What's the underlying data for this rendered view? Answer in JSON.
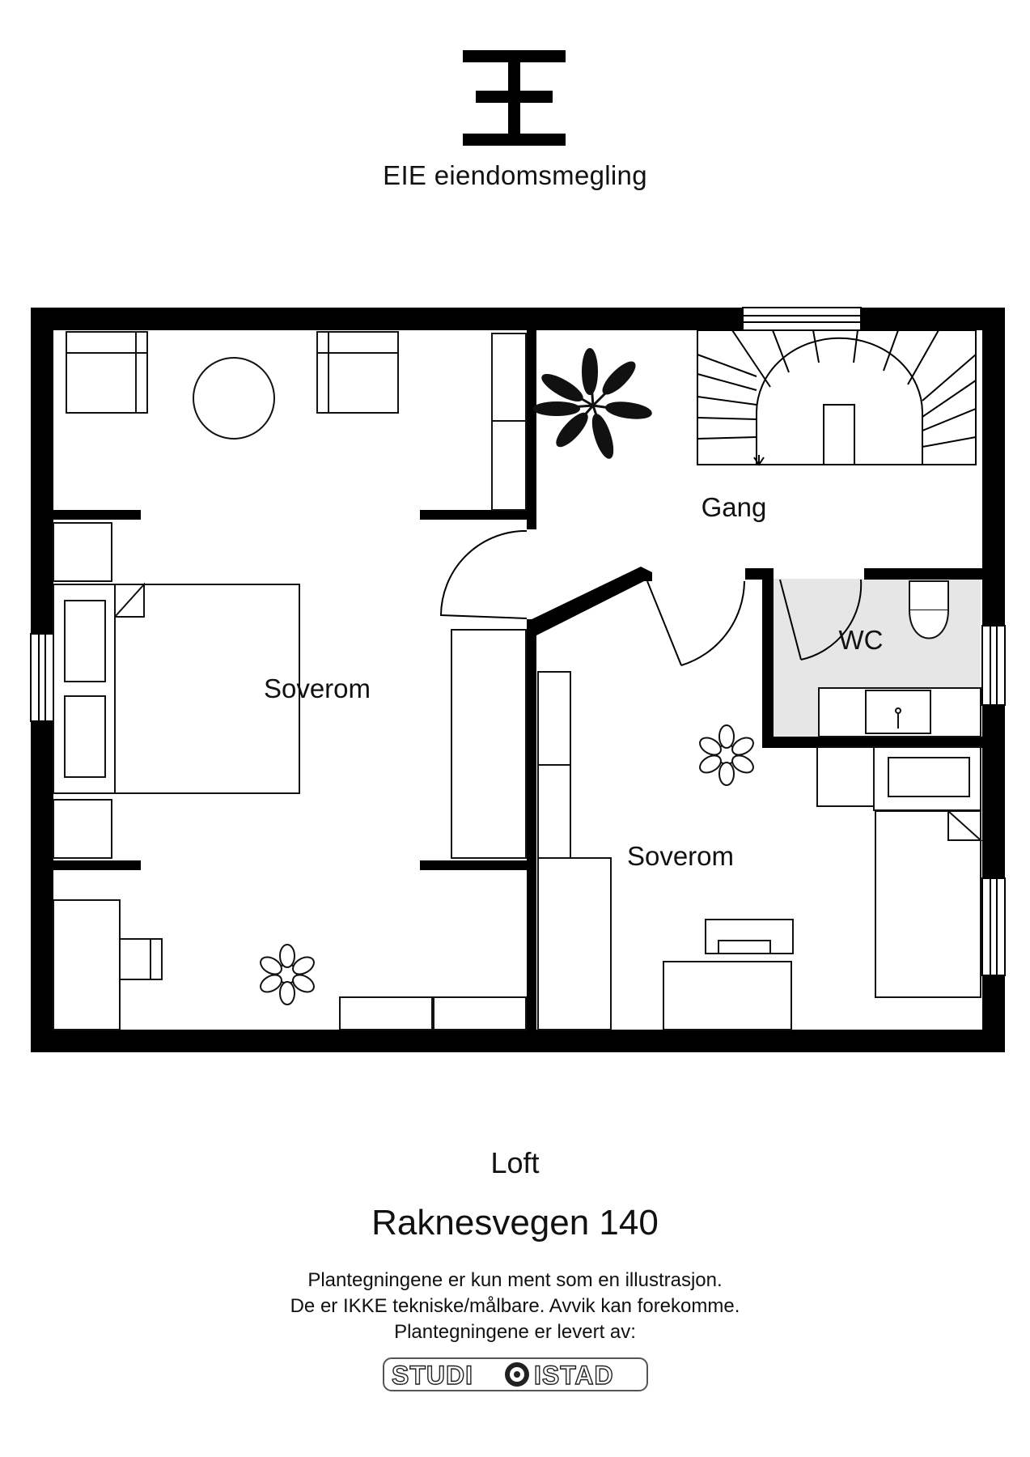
{
  "header": {
    "brand_name": "EIE eiendomsmegling",
    "logo_icon": "eie-logo-mark"
  },
  "plan": {
    "rooms": [
      {
        "id": "soverom-1",
        "label": "Soverom"
      },
      {
        "id": "gang",
        "label": "Gang"
      },
      {
        "id": "wc",
        "label": "WC"
      },
      {
        "id": "soverom-2",
        "label": "Soverom"
      }
    ],
    "colors": {
      "wall": "#000000",
      "wc_floor": "#e6e6e6",
      "line": "#111111"
    }
  },
  "footer": {
    "floor_name": "Loft",
    "address": "Raknesvegen 140",
    "disclaimer": [
      "Plantegningene er kun ment som en illustrasjon.",
      "De er IKKE tekniske/målbare. Avvik kan forekomme.",
      "Plantegningene er levert av:"
    ],
    "studio_logo": {
      "left": "STUDI",
      "right": "ISTAD"
    }
  }
}
